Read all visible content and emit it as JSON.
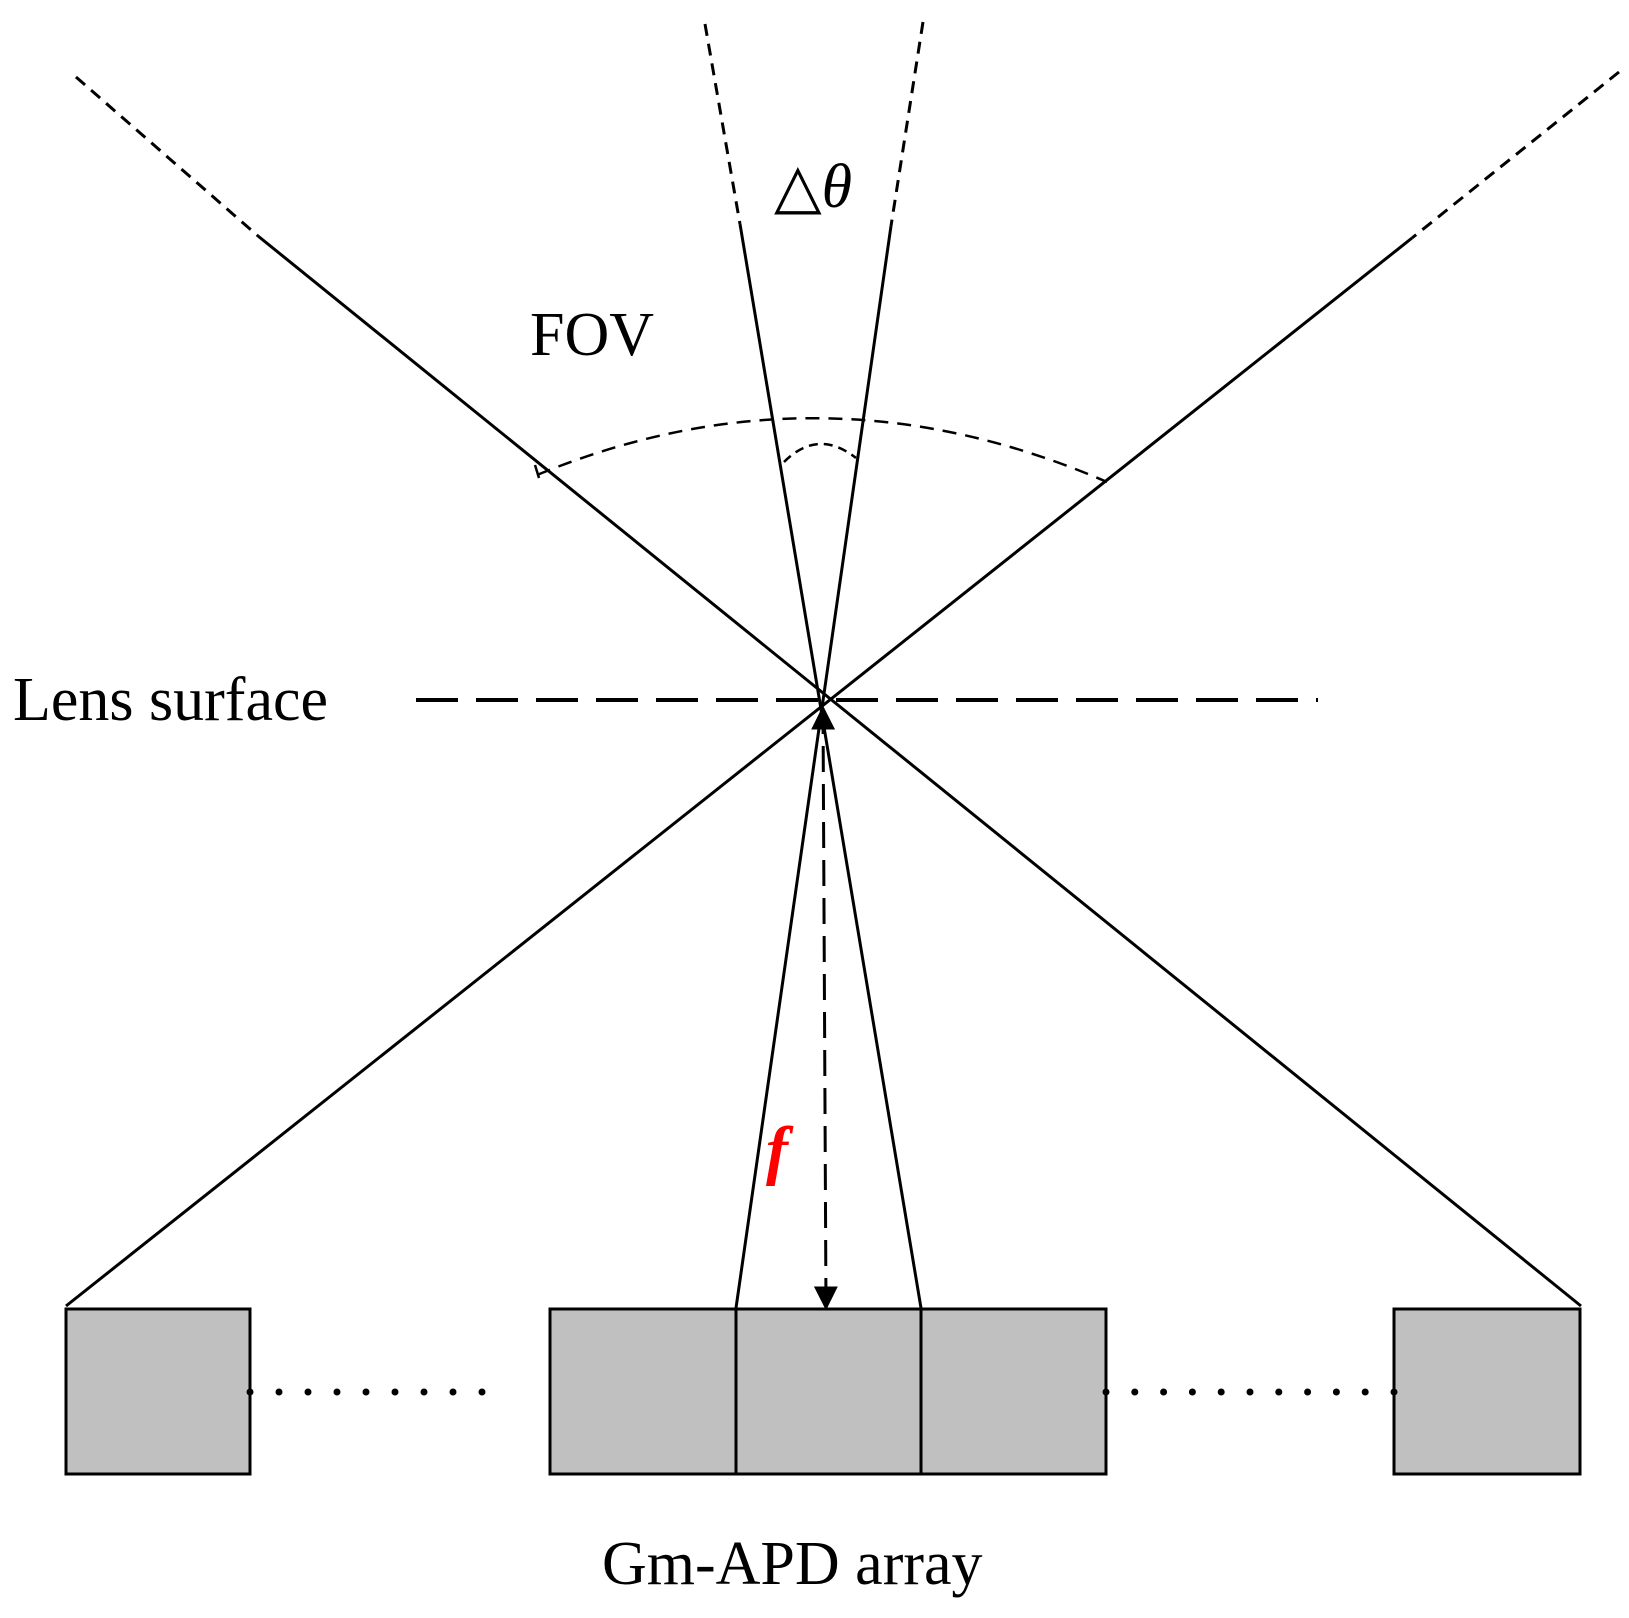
{
  "labels": {
    "delta_theta": "△θ",
    "fov": "FOV",
    "lens_surface": "Lens surface",
    "focal_length": "f",
    "array": "Gm-APD array"
  },
  "colors": {
    "line": "#000000",
    "pixel_fill": "#c0c0c0",
    "focal_label": "#ff0000"
  }
}
